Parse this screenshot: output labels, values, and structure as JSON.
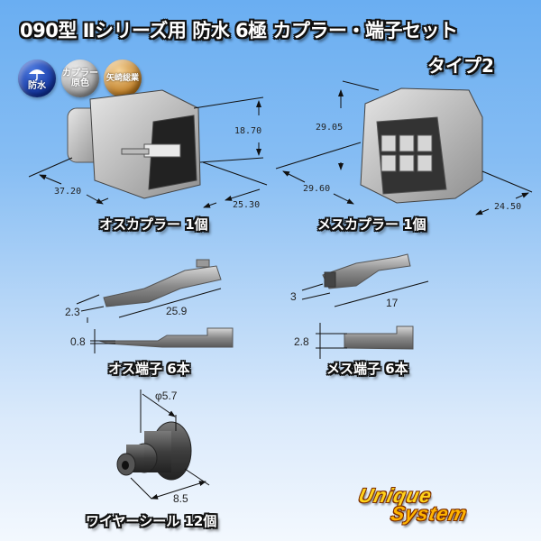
{
  "header": {
    "title": "090型 Ⅱシリーズ用 防水 6極 カプラー・端子セット",
    "subtitle": "タイプ2"
  },
  "badges": [
    {
      "icon": "umbrella-icon",
      "label": "防水",
      "color": "#1a3fb0"
    },
    {
      "icon": "none",
      "label_line1": "カプラー",
      "label_line2": "原色",
      "color": "#a9a9a9"
    },
    {
      "icon": "none",
      "label": "矢崎総業",
      "color": "#c98a2a"
    }
  ],
  "items": {
    "male_coupler": {
      "label": "オスカプラー 1個",
      "dims": {
        "height": "18.70",
        "length": "37.20",
        "width": "25.30"
      }
    },
    "female_coupler": {
      "label": "メスカプラー 1個",
      "dims": {
        "height": "29.05",
        "length": "29.60",
        "width": "24.50"
      }
    },
    "male_terminal": {
      "label": "オス端子 6本",
      "dims": {
        "width": "2.3",
        "length": "25.9",
        "thickness": "0.8"
      }
    },
    "female_terminal": {
      "label": "メス端子 6本",
      "dims": {
        "width": "3",
        "length": "17",
        "height": "2.8"
      }
    },
    "wire_seal": {
      "label": "ワイヤーシール 12個",
      "dims": {
        "diameter": "φ5.7",
        "length": "8.5"
      }
    }
  },
  "logo": {
    "line1": "Unique",
    "line2": "System"
  }
}
